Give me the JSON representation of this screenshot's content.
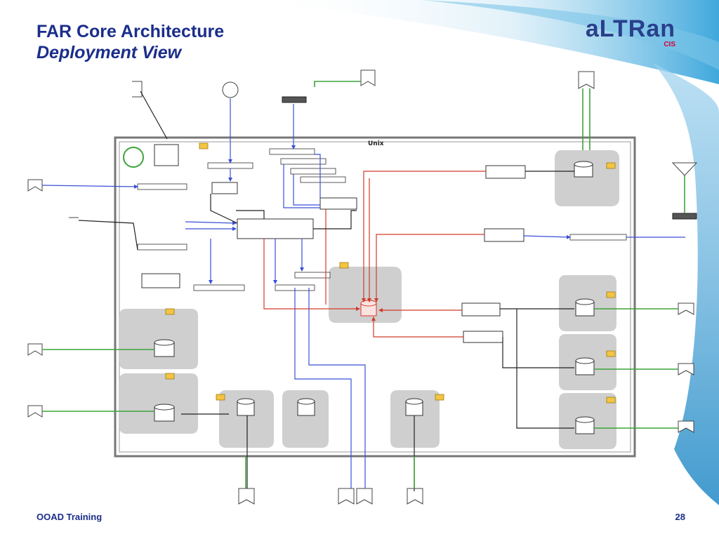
{
  "slide": {
    "title": "FAR Core Architecture",
    "subtitle": "Deployment View",
    "logo_text": "aLTRan",
    "logo_sub": "CIS",
    "footer_left": "OOAD Training",
    "page_number": "28"
  },
  "diagram": {
    "container_label": "Unix",
    "colors": {
      "connector_blue": "#3b4fd8",
      "connector_red": "#d23a2a",
      "connector_green": "#3ea33a",
      "connector_black": "#222222",
      "node_fill": "#ffffff",
      "filesystem_fill": "#c8c8c8",
      "folder_yellow": "#f2c542",
      "title_color": "#1a2e8a",
      "logo_red": "#d4003c",
      "swoosh": "#5ab6e0"
    }
  }
}
